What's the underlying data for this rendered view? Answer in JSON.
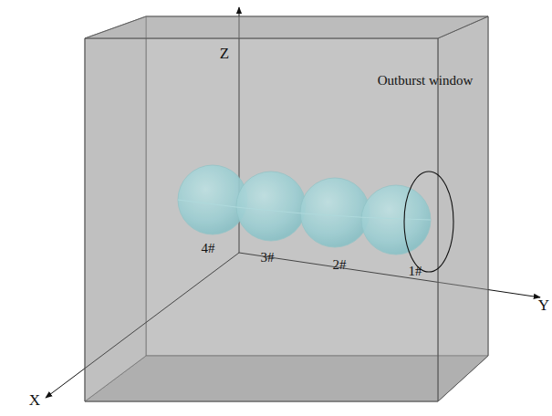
{
  "diagram": {
    "labels": [
      "Z",
      "Y",
      "X",
      "Outburst window",
      "4#",
      "3#",
      "2#",
      "1#"
    ]
  }
}
